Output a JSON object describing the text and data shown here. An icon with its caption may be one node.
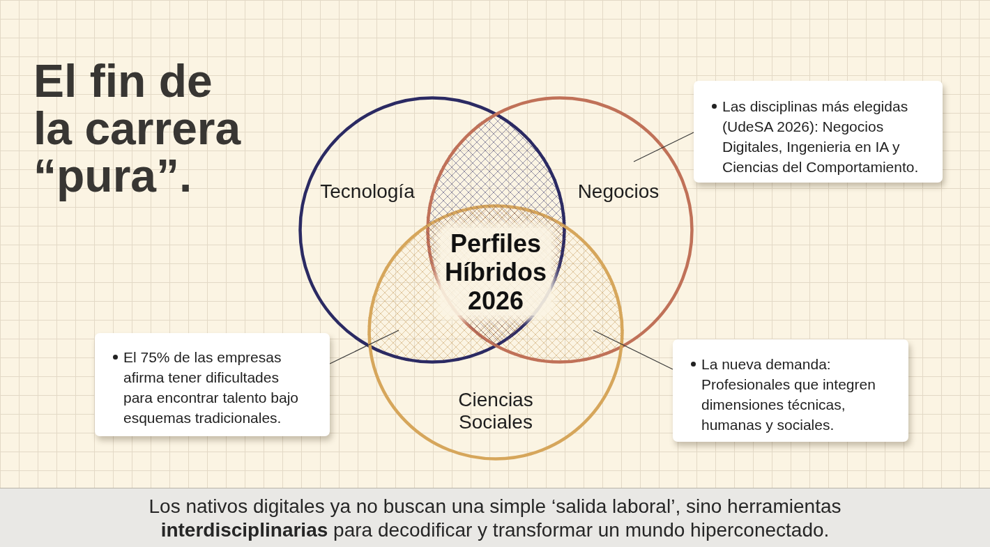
{
  "diagram": {
    "title": "El fin de la carrera “pura”.",
    "caption": "Los nativos digitales ya no buscan una simple ‘salida laboral’, sino herramientas **interdisciplinarias** para decodificar y transformar un mundo hiperconectado.",
    "nodes": [
      {
        "text": [
          "Tecnología"
        ]
      },
      {
        "text": [
          "Negocios"
        ]
      },
      {
        "text": [
          "Ciencias Sociales"
        ]
      },
      {
        "text": [
          "Perfiles Híbridos 2026"
        ]
      },
      {
        "text": [
          "Las disciplinas más elegidas (UdeSA 2026): Negocios Digitales, Ingenieria en IA y Ciencias del Comportamiento."
        ]
      },
      {
        "text": [
          "El 75% de las empresas afirma tener dificultades para encontrar talento bajo esquemas tradicionales."
        ]
      },
      {
        "text": [
          "La nueva demanda: Profesionales que integren dimensiones técnicas, humanas y sociales."
        ]
      }
    ],
    "edges": [
      {
        "from": 4,
        "to": 1,
        "arrow": "none"
      },
      {
        "from": 5,
        "to": 2,
        "arrow": "none"
      },
      {
        "from": 6,
        "to": 2,
        "arrow": "none"
      }
    ]
  }
}
